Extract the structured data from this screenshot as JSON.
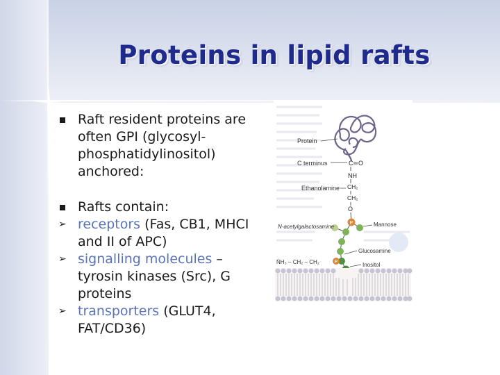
{
  "slide": {
    "title": "Proteins in lipid rafts",
    "bullets": [
      {
        "marker": "square-bullet",
        "text": "Raft resident proteins are often GPI (glycosyl-phosphatidylinositol) anchored:"
      },
      {
        "marker": "square-bullet",
        "text": "Rafts contain:"
      },
      {
        "marker": "arrow-bullet",
        "keyword": "receptors",
        "text": " (Fas, CB1, MHCI and II of APC)"
      },
      {
        "marker": "arrow-bullet",
        "keyword": "signalling molecules",
        "text": " – tyrosin kinases (Src), G proteins"
      },
      {
        "marker": "arrow-bullet",
        "keyword": "transporters",
        "text": " (GLUT4, FAT/CD36)"
      }
    ],
    "keyword_color": "#5a73b8",
    "title_color": "#1e2a8c"
  },
  "figure": {
    "labels": {
      "protein": "Protein",
      "c_terminus": "C terminus",
      "ethanolamine": "Ethanolamine",
      "n_acetylgalactosamine": "N-acetylgalactosamine",
      "mannose": "Mannose",
      "glucosamine": "Glucosamine",
      "inositol": "Inositol",
      "amine": "N̈H₃ – CH₂ – CH₂",
      "p_label": "P",
      "chem_c": "C",
      "chem_o": "O",
      "chem_nh": "NH",
      "chem_ch2": "CH₂",
      "chem_o2": "O"
    }
  }
}
